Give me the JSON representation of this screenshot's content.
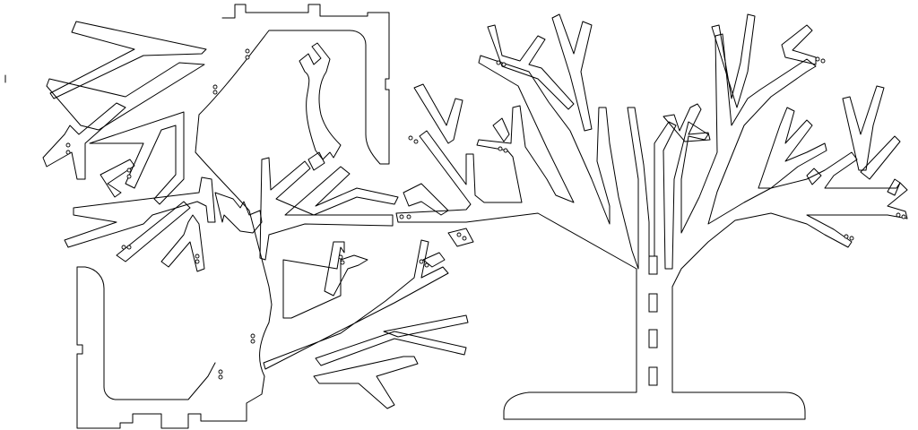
{
  "drawing": {
    "kind": "laser-cut tree stand layout",
    "line_color": "#000000",
    "background": "#ffffff",
    "parts": [
      "left-tree-panel",
      "right-tree-panel"
    ]
  }
}
